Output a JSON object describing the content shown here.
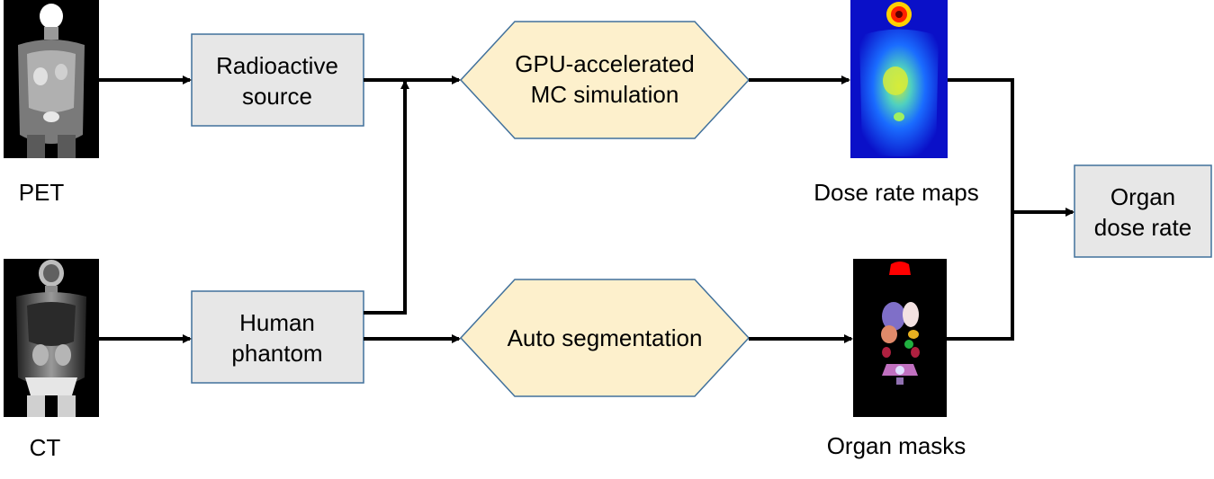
{
  "images": {
    "pet": {
      "caption": "PET"
    },
    "ct": {
      "caption": "CT"
    },
    "dose_rate_maps": {
      "caption": "Dose rate maps"
    },
    "organ_masks": {
      "caption": "Organ masks"
    }
  },
  "nodes": {
    "radioactive_source": {
      "lines": [
        "Radioactive",
        "source"
      ]
    },
    "human_phantom": {
      "lines": [
        "Human",
        "phantom"
      ]
    },
    "gpu_mc_simulation": {
      "lines": [
        "GPU-accelerated",
        "MC simulation"
      ]
    },
    "auto_segmentation": {
      "lines": [
        "Auto segmentation"
      ]
    },
    "organ_dose_rate": {
      "lines": [
        "Organ",
        "dose rate"
      ]
    }
  },
  "colors": {
    "rect_fill": "#e7e7e7",
    "rect_stroke": "#41719c",
    "hex_fill": "#fdf0cc",
    "hex_stroke": "#41719c",
    "arrow": "#000000"
  }
}
